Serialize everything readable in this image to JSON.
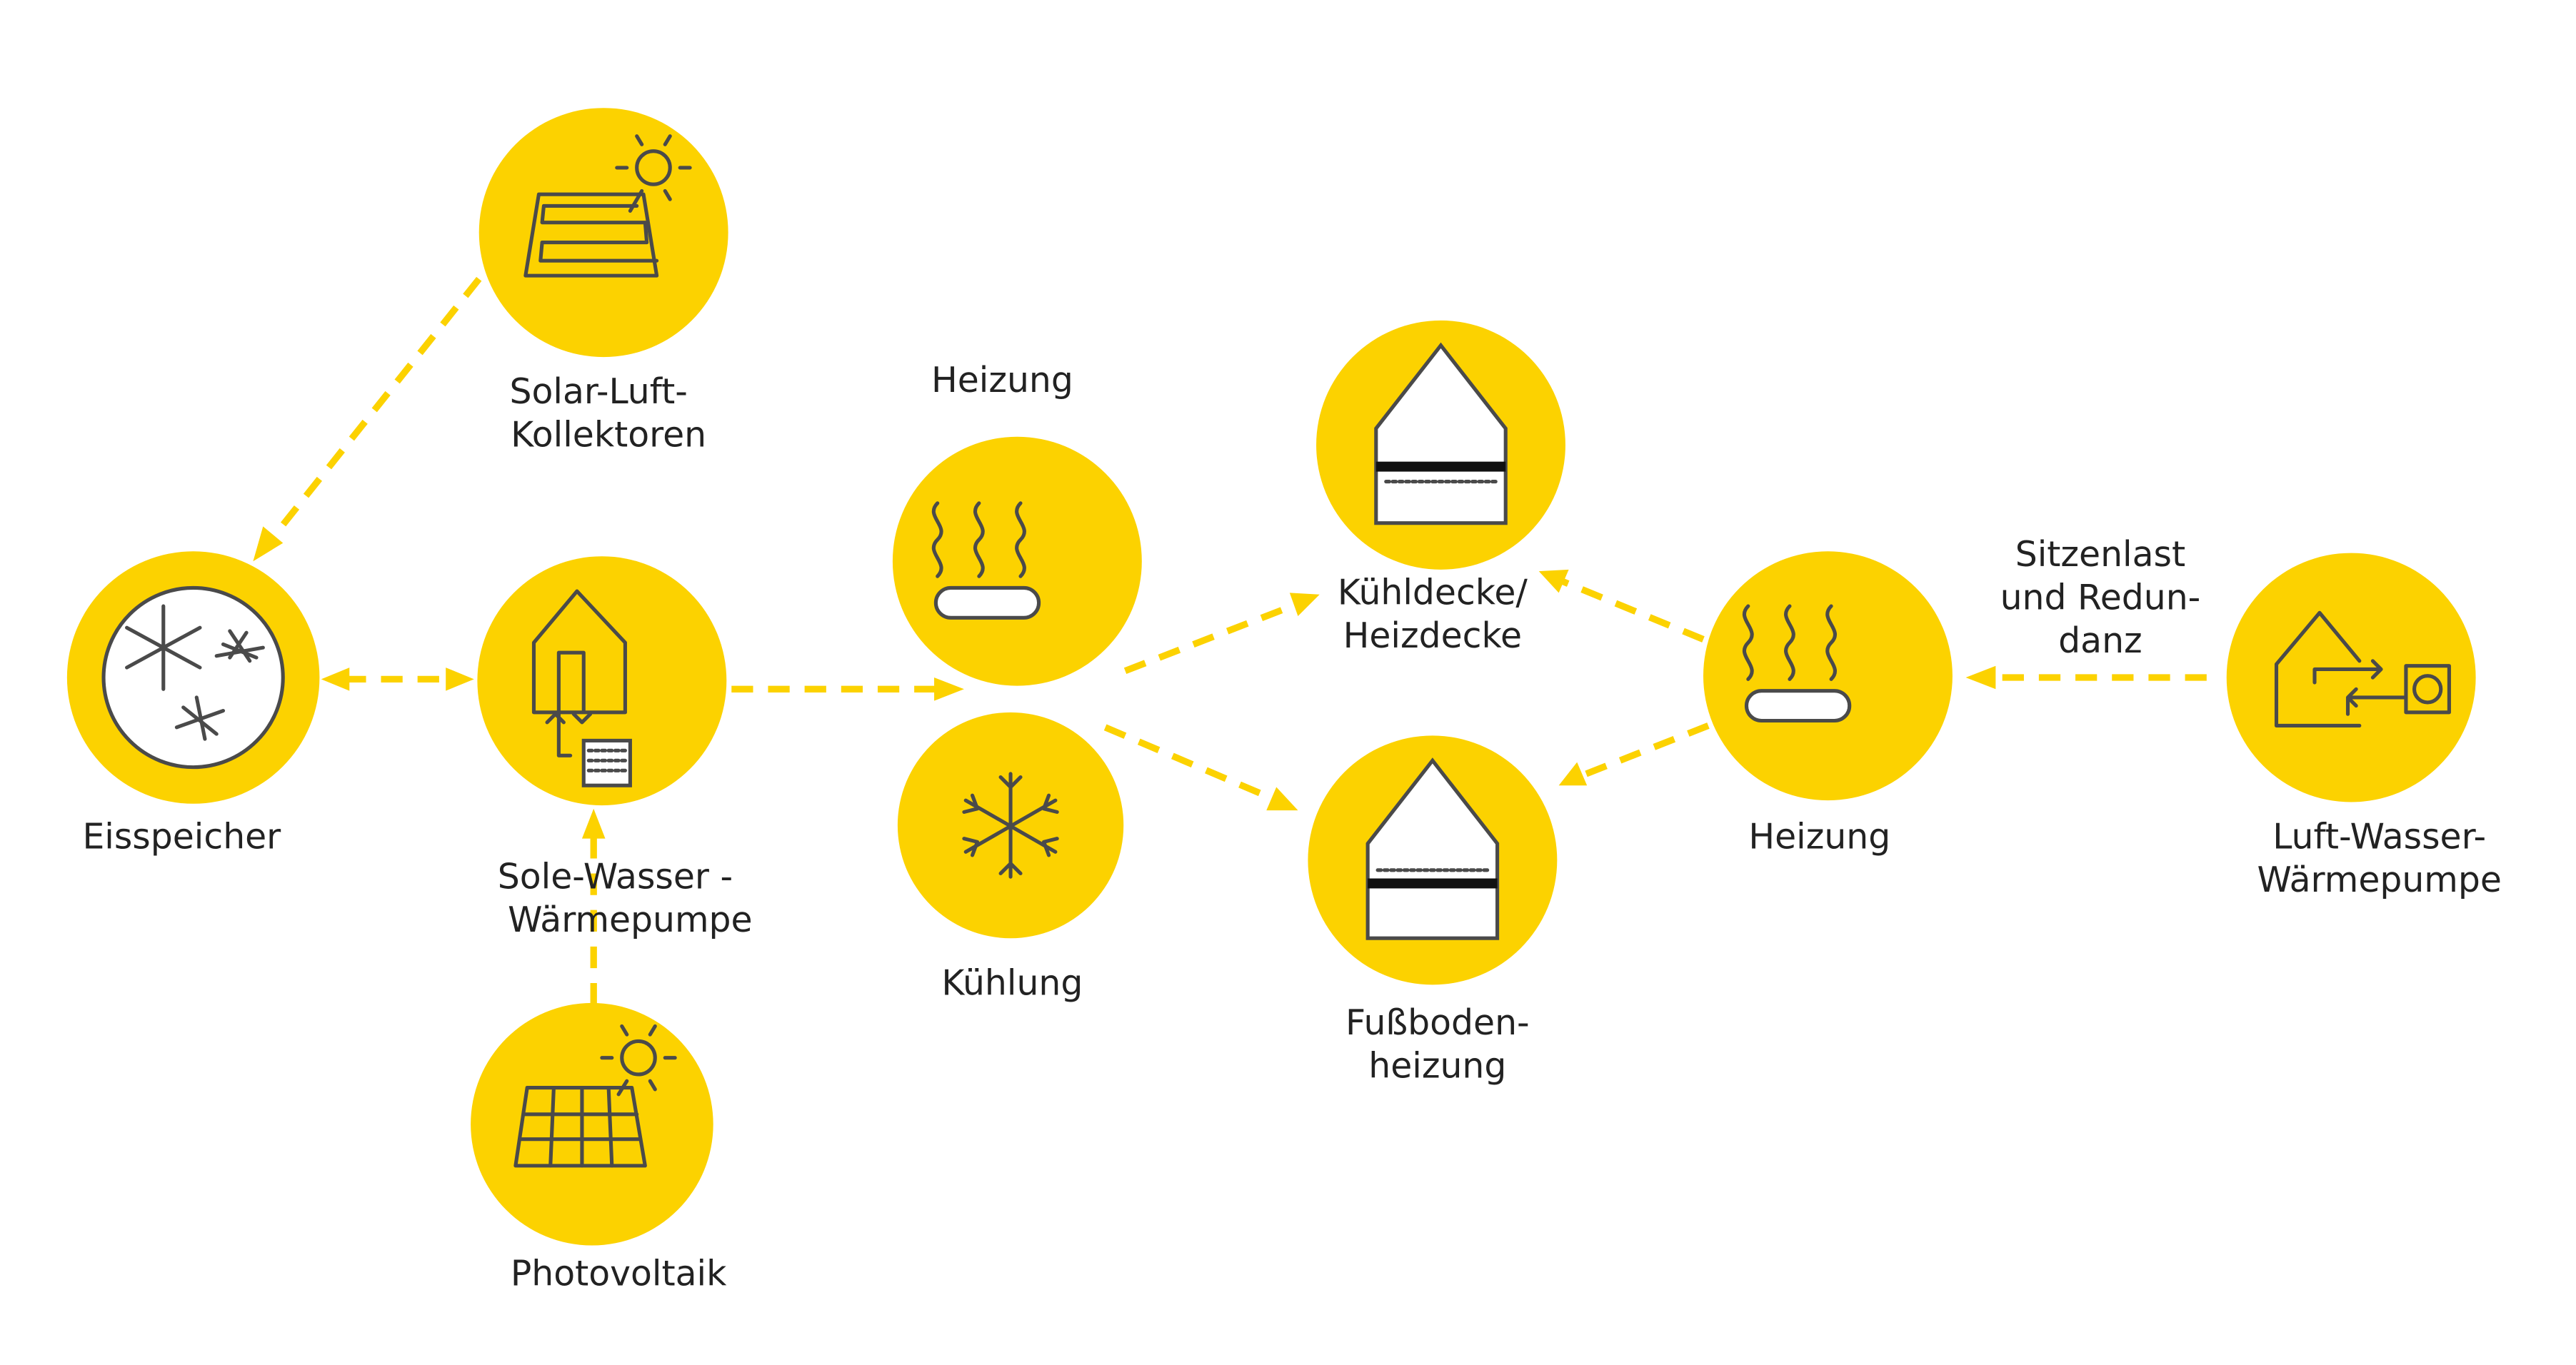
{
  "colors": {
    "node": "#FCD200",
    "icon": "#4a4a4a",
    "text": "#222222"
  },
  "nodes": {
    "solar": {
      "line1": "Solar-Luft-",
      "line2": "Kollektoren",
      "icon": "solar-collector-icon"
    },
    "eisspeicher": {
      "line1": "Eisspeicher",
      "icon": "ice-storage-snowflakes-icon"
    },
    "sole": {
      "line1": "Sole-Wasser -",
      "line2": "Wärmepumpe",
      "icon": "brine-heat-pump-house-icon"
    },
    "pv": {
      "line1": "Photovoltaik",
      "icon": "photovoltaic-panel-icon"
    },
    "heizung_mid": {
      "line1": "Heizung",
      "icon": "heating-radiator-icon"
    },
    "kuehlung": {
      "line1": "Kühlung",
      "icon": "snowflake-icon"
    },
    "kuehldecke": {
      "line1": "Kühldecke/",
      "line2": "Heizdecke",
      "icon": "ceiling-panel-house-icon"
    },
    "fussboden": {
      "line1": "Fußboden-",
      "line2": "heizung",
      "icon": "floor-heating-house-icon"
    },
    "heizung_right": {
      "line1": "Heizung",
      "icon": "heating-radiator-icon"
    },
    "luft": {
      "line1": "Luft-Wasser-",
      "line2": "Wärmepumpe",
      "icon": "air-water-heat-pump-icon"
    }
  },
  "annotations": {
    "redundanz": {
      "line1": "Sitzenlast",
      "line2": "und Redun-",
      "line3": "danz"
    }
  }
}
